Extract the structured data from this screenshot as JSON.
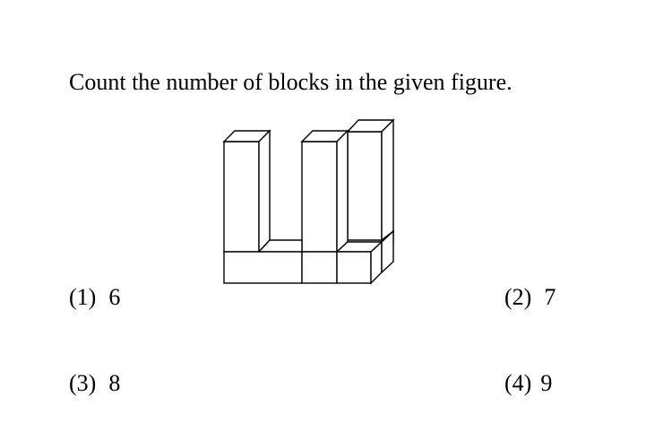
{
  "question": {
    "text": "Count the number of blocks in the given figure."
  },
  "options": [
    {
      "number": "(1)",
      "value": "6"
    },
    {
      "number": "(2)",
      "value": "7"
    },
    {
      "number": "(3)",
      "value": "8"
    },
    {
      "number": "(4)",
      "value": "9"
    }
  ],
  "figure": {
    "icon": "stacked-blocks-figure",
    "stroke_color": "#000000",
    "fill_color": "#ffffff"
  }
}
